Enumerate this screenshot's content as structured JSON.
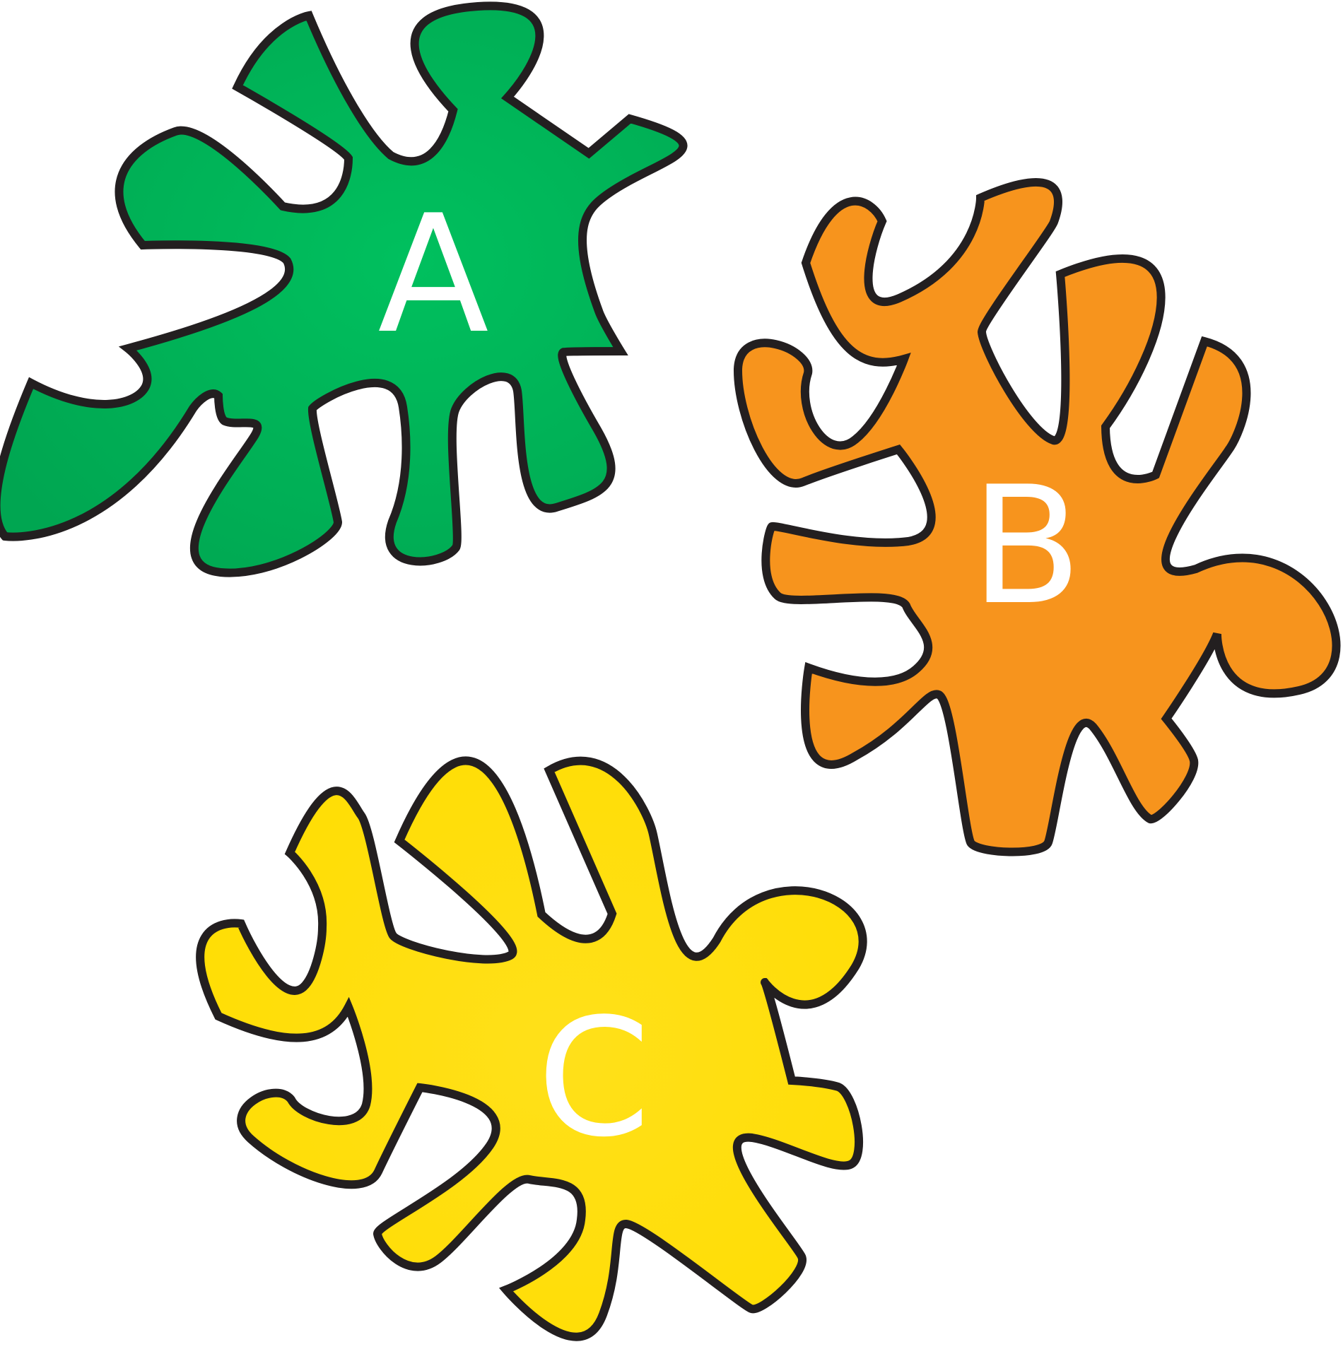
{
  "splats": [
    {
      "label": "A",
      "fill": "#00A651",
      "highlight": "#00C05E",
      "outline": "#231F20"
    },
    {
      "label": "B",
      "fill": "#F7941D",
      "highlight": "#F7941D",
      "outline": "#231F20"
    },
    {
      "label": "C",
      "fill": "#FFDD00",
      "highlight": "#FFE400",
      "outline": "#231F20"
    }
  ]
}
